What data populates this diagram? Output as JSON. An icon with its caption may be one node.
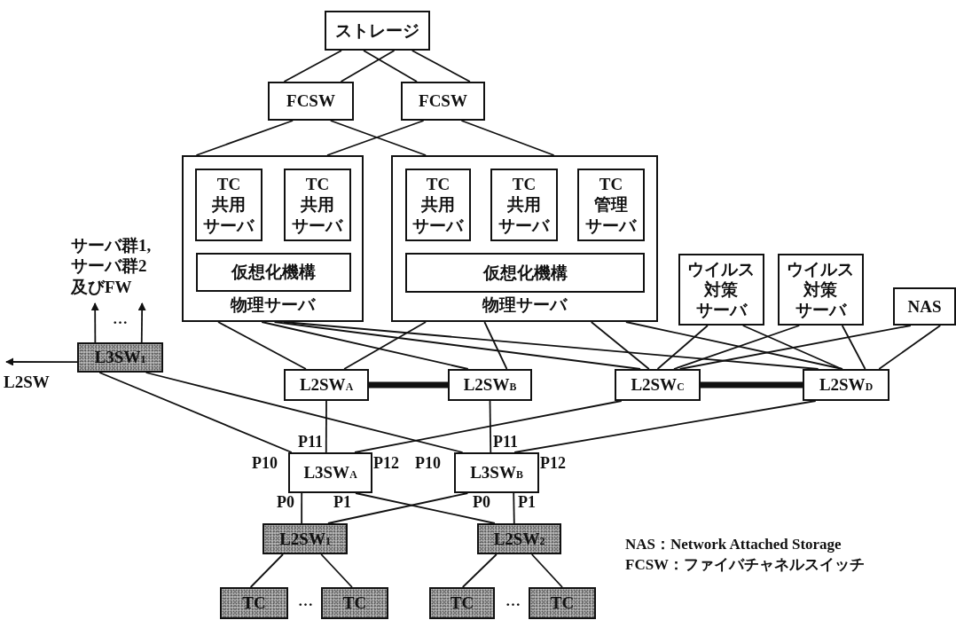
{
  "diagram": {
    "nodes": [
      {
        "text": [
          "ストレージ"
        ]
      },
      {
        "text": [
          "FCSW"
        ]
      },
      {
        "text": [
          "FCSW"
        ]
      },
      {
        "text": [
          "物理サーバ"
        ]
      },
      {
        "text": [
          "TC共用サーバ"
        ],
        "in": 3
      },
      {
        "text": [
          "TC共用サーバ"
        ],
        "in": 3
      },
      {
        "text": [
          "仮想化機構"
        ],
        "in": 3
      },
      {
        "text": [
          "物理サーバ"
        ]
      },
      {
        "text": [
          "TC共用サーバ"
        ],
        "in": 7
      },
      {
        "text": [
          "TC共用サーバ"
        ],
        "in": 7
      },
      {
        "text": [
          "TC管理サーバ"
        ],
        "in": 7
      },
      {
        "text": [
          "仮想化機構"
        ],
        "in": 7
      },
      {
        "text": [
          "ウイルス対策サーバ"
        ]
      },
      {
        "text": [
          "ウイルス対策サーバ"
        ]
      },
      {
        "text": [
          "NAS"
        ]
      },
      {
        "text": [
          "サーバ群1,サーバ群2及びFW"
        ]
      },
      {
        "text": [
          "L3SW$_{1}$"
        ]
      },
      {
        "text": [
          "L2SW"
        ]
      },
      {
        "text": [
          "L2SW$_{A}$"
        ]
      },
      {
        "text": [
          "L2SW$_{B}$"
        ]
      },
      {
        "text": [
          "L2SW$_{C}$"
        ]
      },
      {
        "text": [
          "L2SW$_{D}$"
        ]
      },
      {
        "text": [
          "L3SW$_{A}$"
        ]
      },
      {
        "text": [
          "L3SW$_{B}$"
        ]
      },
      {
        "text": [
          "L2SW$_{1}$"
        ]
      },
      {
        "text": [
          "L2SW$_{2}$"
        ]
      },
      {
        "text": [
          "TC"
        ]
      },
      {
        "text": [
          "TC"
        ]
      },
      {
        "text": [
          "TC"
        ]
      },
      {
        "text": [
          "TC"
        ]
      }
    ],
    "edges": [
      {
        "from": 0,
        "to": 1,
        "arrow": "none"
      },
      {
        "from": 0,
        "to": 1,
        "arrow": "none"
      },
      {
        "from": 0,
        "to": 2,
        "arrow": "none"
      },
      {
        "from": 0,
        "to": 2,
        "arrow": "none"
      },
      {
        "from": 1,
        "to": 3,
        "arrow": "none"
      },
      {
        "from": 1,
        "to": 7,
        "arrow": "none"
      },
      {
        "from": 2,
        "to": 3,
        "arrow": "none"
      },
      {
        "from": 2,
        "to": 7,
        "arrow": "none"
      },
      {
        "from": 3,
        "to": 18,
        "arrow": "none"
      },
      {
        "from": 3,
        "to": 19,
        "arrow": "none"
      },
      {
        "from": 3,
        "to": 20,
        "arrow": "none"
      },
      {
        "from": 3,
        "to": 21,
        "arrow": "none"
      },
      {
        "from": 7,
        "to": 18,
        "arrow": "none"
      },
      {
        "from": 7,
        "to": 19,
        "arrow": "none"
      },
      {
        "from": 7,
        "to": 20,
        "arrow": "none"
      },
      {
        "from": 7,
        "to": 21,
        "arrow": "none"
      },
      {
        "from": 12,
        "to": 20,
        "arrow": "none"
      },
      {
        "from": 12,
        "to": 21,
        "arrow": "none"
      },
      {
        "from": 13,
        "to": 20,
        "arrow": "none"
      },
      {
        "from": 13,
        "to": 21,
        "arrow": "none"
      },
      {
        "from": 14,
        "to": 20,
        "arrow": "none"
      },
      {
        "from": 14,
        "to": 21,
        "arrow": "none"
      },
      {
        "from": 18,
        "to": 19,
        "arrow": "none",
        "style": "thick"
      },
      {
        "from": 20,
        "to": 21,
        "arrow": "none",
        "style": "thick"
      },
      {
        "from": 16,
        "to": 15,
        "arrow": "to"
      },
      {
        "from": 16,
        "to": 15,
        "arrow": "to"
      },
      {
        "from": 16,
        "to": 17,
        "arrow": "to"
      },
      {
        "from": 16,
        "to": 22,
        "arrow": "none"
      },
      {
        "from": 16,
        "to": 23,
        "arrow": "none"
      },
      {
        "from": 18,
        "to": 22,
        "arrow": "none"
      },
      {
        "from": 19,
        "to": 23,
        "arrow": "none"
      },
      {
        "from": 20,
        "to": 22,
        "arrow": "none"
      },
      {
        "from": 21,
        "to": 23,
        "arrow": "none"
      },
      {
        "from": 22,
        "to": 24,
        "arrow": "none"
      },
      {
        "from": 22,
        "to": 25,
        "arrow": "none"
      },
      {
        "from": 23,
        "to": 24,
        "arrow": "none"
      },
      {
        "from": 23,
        "to": 25,
        "arrow": "none"
      },
      {
        "from": 24,
        "to": 26,
        "arrow": "none"
      },
      {
        "from": 24,
        "to": 27,
        "arrow": "none"
      },
      {
        "from": 25,
        "to": 28,
        "arrow": "none"
      },
      {
        "from": 25,
        "to": 29,
        "arrow": "none"
      }
    ],
    "labels": [
      "…",
      "P11",
      "P10",
      "P12",
      "P10",
      "P11",
      "P12",
      "P0",
      "P1",
      "P0",
      "P1",
      "…",
      "…",
      "NAS：Network Attached Storage",
      "FCSW：ファイバチャネルスイッチ"
    ]
  }
}
